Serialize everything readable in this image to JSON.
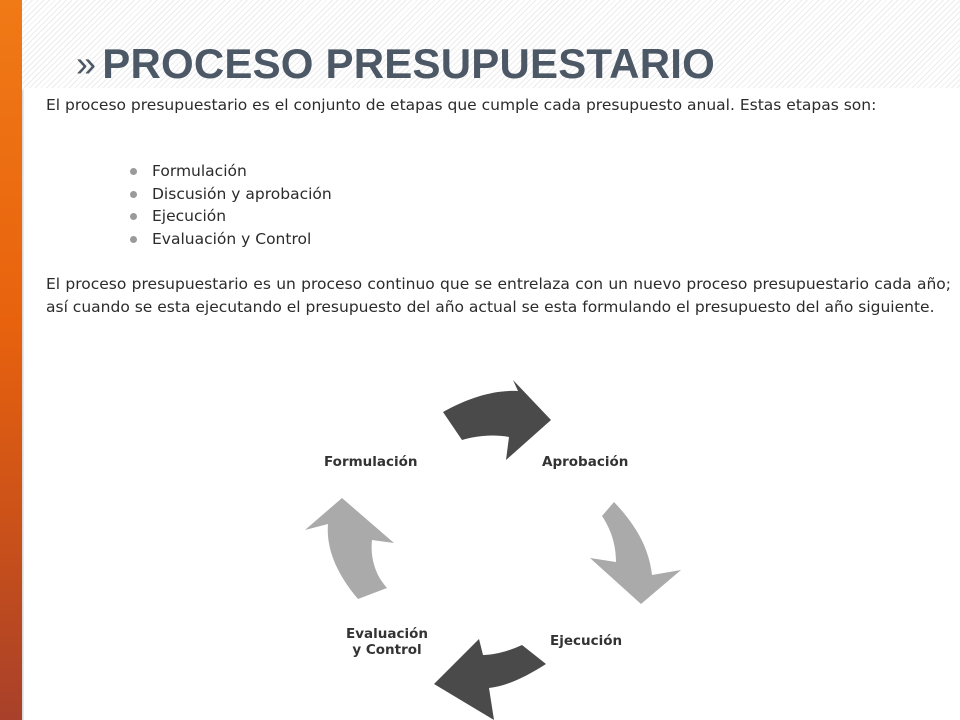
{
  "slide": {
    "title_prefix": "»",
    "title": "PROCESO PRESUPUESTARIO"
  },
  "content": {
    "intro": "El proceso presupuestario es el conjunto de etapas que cumple cada presupuesto anual.  Estas etapas son:",
    "stages": [
      "Formulación",
      "Discusión y aprobación",
      "Ejecución",
      "Evaluación y Control"
    ],
    "continuation": "El proceso presupuestario es un proceso continuo que se entrelaza con un nuevo proceso presupuestario cada año; así cuando se esta ejecutando el presupuesto del año actual se esta formulando el presupuesto del año siguiente."
  },
  "cycle_diagram": {
    "nodes": [
      "Formulación",
      "Aprobación",
      "Ejecución",
      "Evaluación\ny Control"
    ],
    "colors": {
      "dark_arrow": "#4a4a4a",
      "light_arrow": "#aaaaaa"
    }
  },
  "colors": {
    "accent_bar": "#e8620e",
    "title": "#4c5866"
  }
}
